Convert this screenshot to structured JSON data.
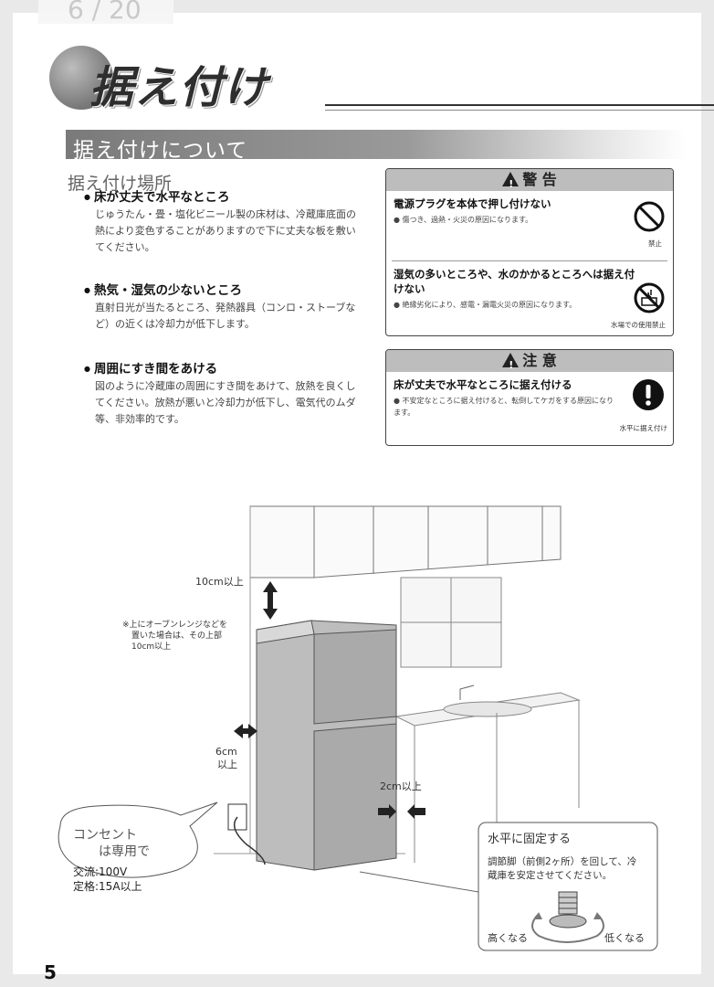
{
  "page_counter": "6 / 20",
  "title": "据え付け",
  "section_title": "据え付けについて",
  "subsection_title": "据え付け場所",
  "bullets": [
    {
      "heading": "床が丈夫で水平なところ",
      "body": "じゅうたん・畳・塩化ビニール製の床材は、冷蔵庫底面の熱により変色することがありますので下に丈夫な板を敷いてください。"
    },
    {
      "heading": "熱気・湿気の少ないところ",
      "body": "直射日光が当たるところ、発熱器具（コンロ・ストーブなど）の近くは冷却力が低下します。"
    },
    {
      "heading": "周囲にすき間をあける",
      "body": "図のように冷蔵庫の周囲にすき間をあけて、放熱を良くしてください。放熱が悪いと冷却力が低下し、電気代のムダ等、非効率的です。"
    }
  ],
  "warning": {
    "header": "警 告",
    "items": [
      {
        "heading": "電源プラグを本体で押し付けない",
        "body": "傷つき、過熱・火災の原因になります。",
        "icon": "prohibited-icon",
        "icon_label": "禁止"
      },
      {
        "heading": "湿気の多いところや、水のかかるところへは据え付けない",
        "body": "絶縁劣化により、感電・漏電火災の原因になります。",
        "icon": "no-water-icon",
        "icon_label": "水場での使用禁止"
      }
    ]
  },
  "caution": {
    "header": "注 意",
    "items": [
      {
        "heading": "床が丈夫で水平なところに据え付ける",
        "body": "不安定なところに据え付けると、転倒してケガをする原因になります。",
        "icon": "exclamation-icon",
        "icon_label": "水平に据え付け"
      }
    ]
  },
  "diagram": {
    "top_clearance": "10cm以上",
    "top_note": "※上にオーブンレンジなどを置いた場合は、その上部10cm以上",
    "side_clearance": "6cm\n以上",
    "right_clearance": "2cm以上",
    "outlet_callout": {
      "title": "コンセント",
      "subtitle": "は専用で",
      "line1": "交流:100V",
      "line2": "定格:15A以上"
    },
    "level_box": {
      "title": "水平に固定する",
      "body": "調節脚（前側2ヶ所）を回して、冷蔵庫を安定させてください。",
      "left_label": "高くなる",
      "right_label": "低くなる"
    }
  },
  "page_number": "5"
}
